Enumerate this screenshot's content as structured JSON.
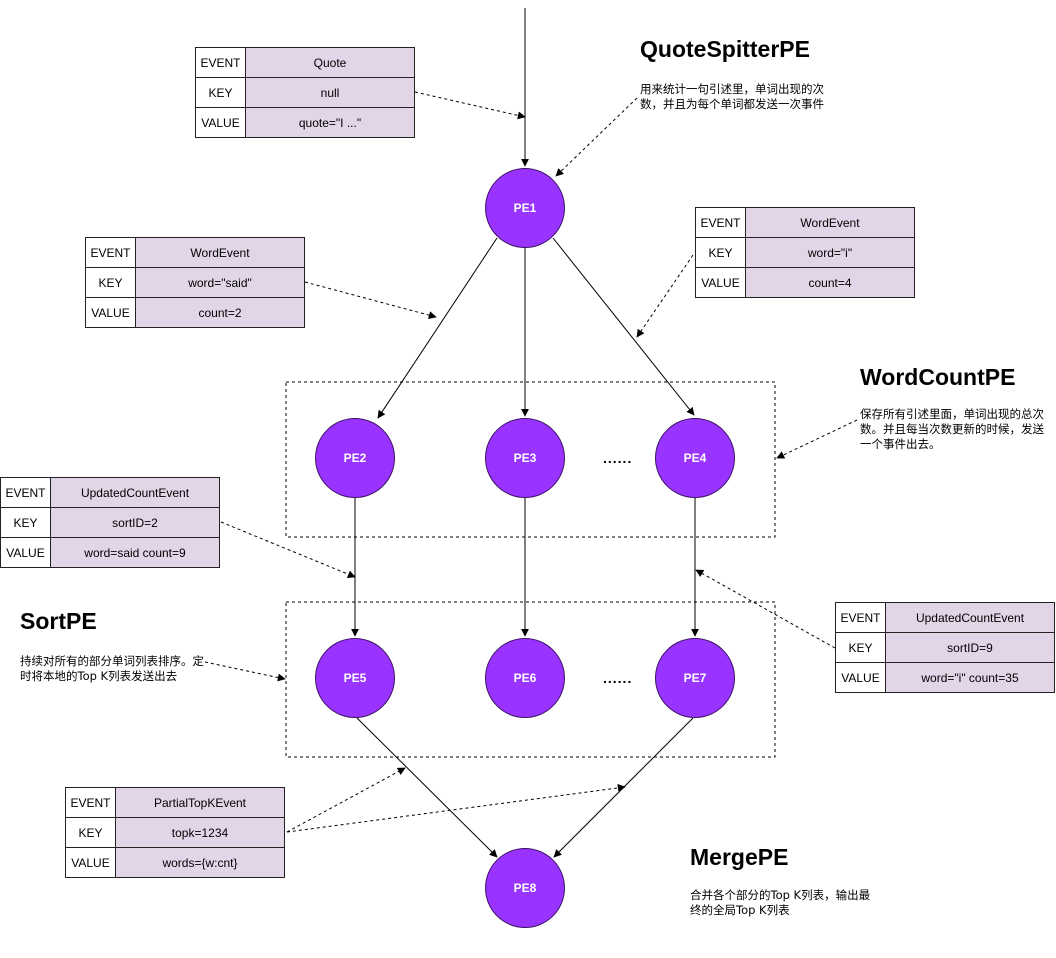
{
  "sections": {
    "quote_spitter": {
      "title": "QuoteSpitterPE",
      "description": "用来统计一句引述里，单词出现的次数，并且为每个单词都发送一次事件"
    },
    "word_count": {
      "title": "WordCountPE",
      "description": "保存所有引述里面，单词出现的总次数。并且每当次数更新的时候，发送一个事件出去。"
    },
    "sort": {
      "title": "SortPE",
      "description": "持续对所有的部分单词列表排序。定时将本地的Top K列表发送出去"
    },
    "merge": {
      "title": "MergePE",
      "description": "合并各个部分的Top K列表，输出最终的全局Top K列表"
    }
  },
  "nodes": {
    "pe1": "PE1",
    "pe2": "PE2",
    "pe3": "PE3",
    "pe4": "PE4",
    "pe5": "PE5",
    "pe6": "PE6",
    "pe7": "PE7",
    "pe8": "PE8"
  },
  "ellipsis": "......",
  "field_labels": {
    "event": "EVENT",
    "key": "KEY",
    "value": "VALUE"
  },
  "events": {
    "quote": {
      "event": "Quote",
      "key": "null",
      "value": "quote=\"I ...\""
    },
    "word_said": {
      "event": "WordEvent",
      "key": "word=\"said\"",
      "value": "count=2"
    },
    "word_i": {
      "event": "WordEvent",
      "key": "word=\"i\"",
      "value": "count=4"
    },
    "updated_said": {
      "event": "UpdatedCountEvent",
      "key": "sortID=2",
      "value": "word=said count=9"
    },
    "updated_i": {
      "event": "UpdatedCountEvent",
      "key": "sortID=9",
      "value": "word=\"i\" count=35"
    },
    "partial_topk": {
      "event": "PartialTopKEvent",
      "key": "topk=1234",
      "value": "words={w:cnt}"
    }
  },
  "colors": {
    "node_fill": "#9933ff",
    "node_stroke": "#3d1466",
    "value_cell_fill": "#e1d5e7",
    "line": "#000000"
  }
}
